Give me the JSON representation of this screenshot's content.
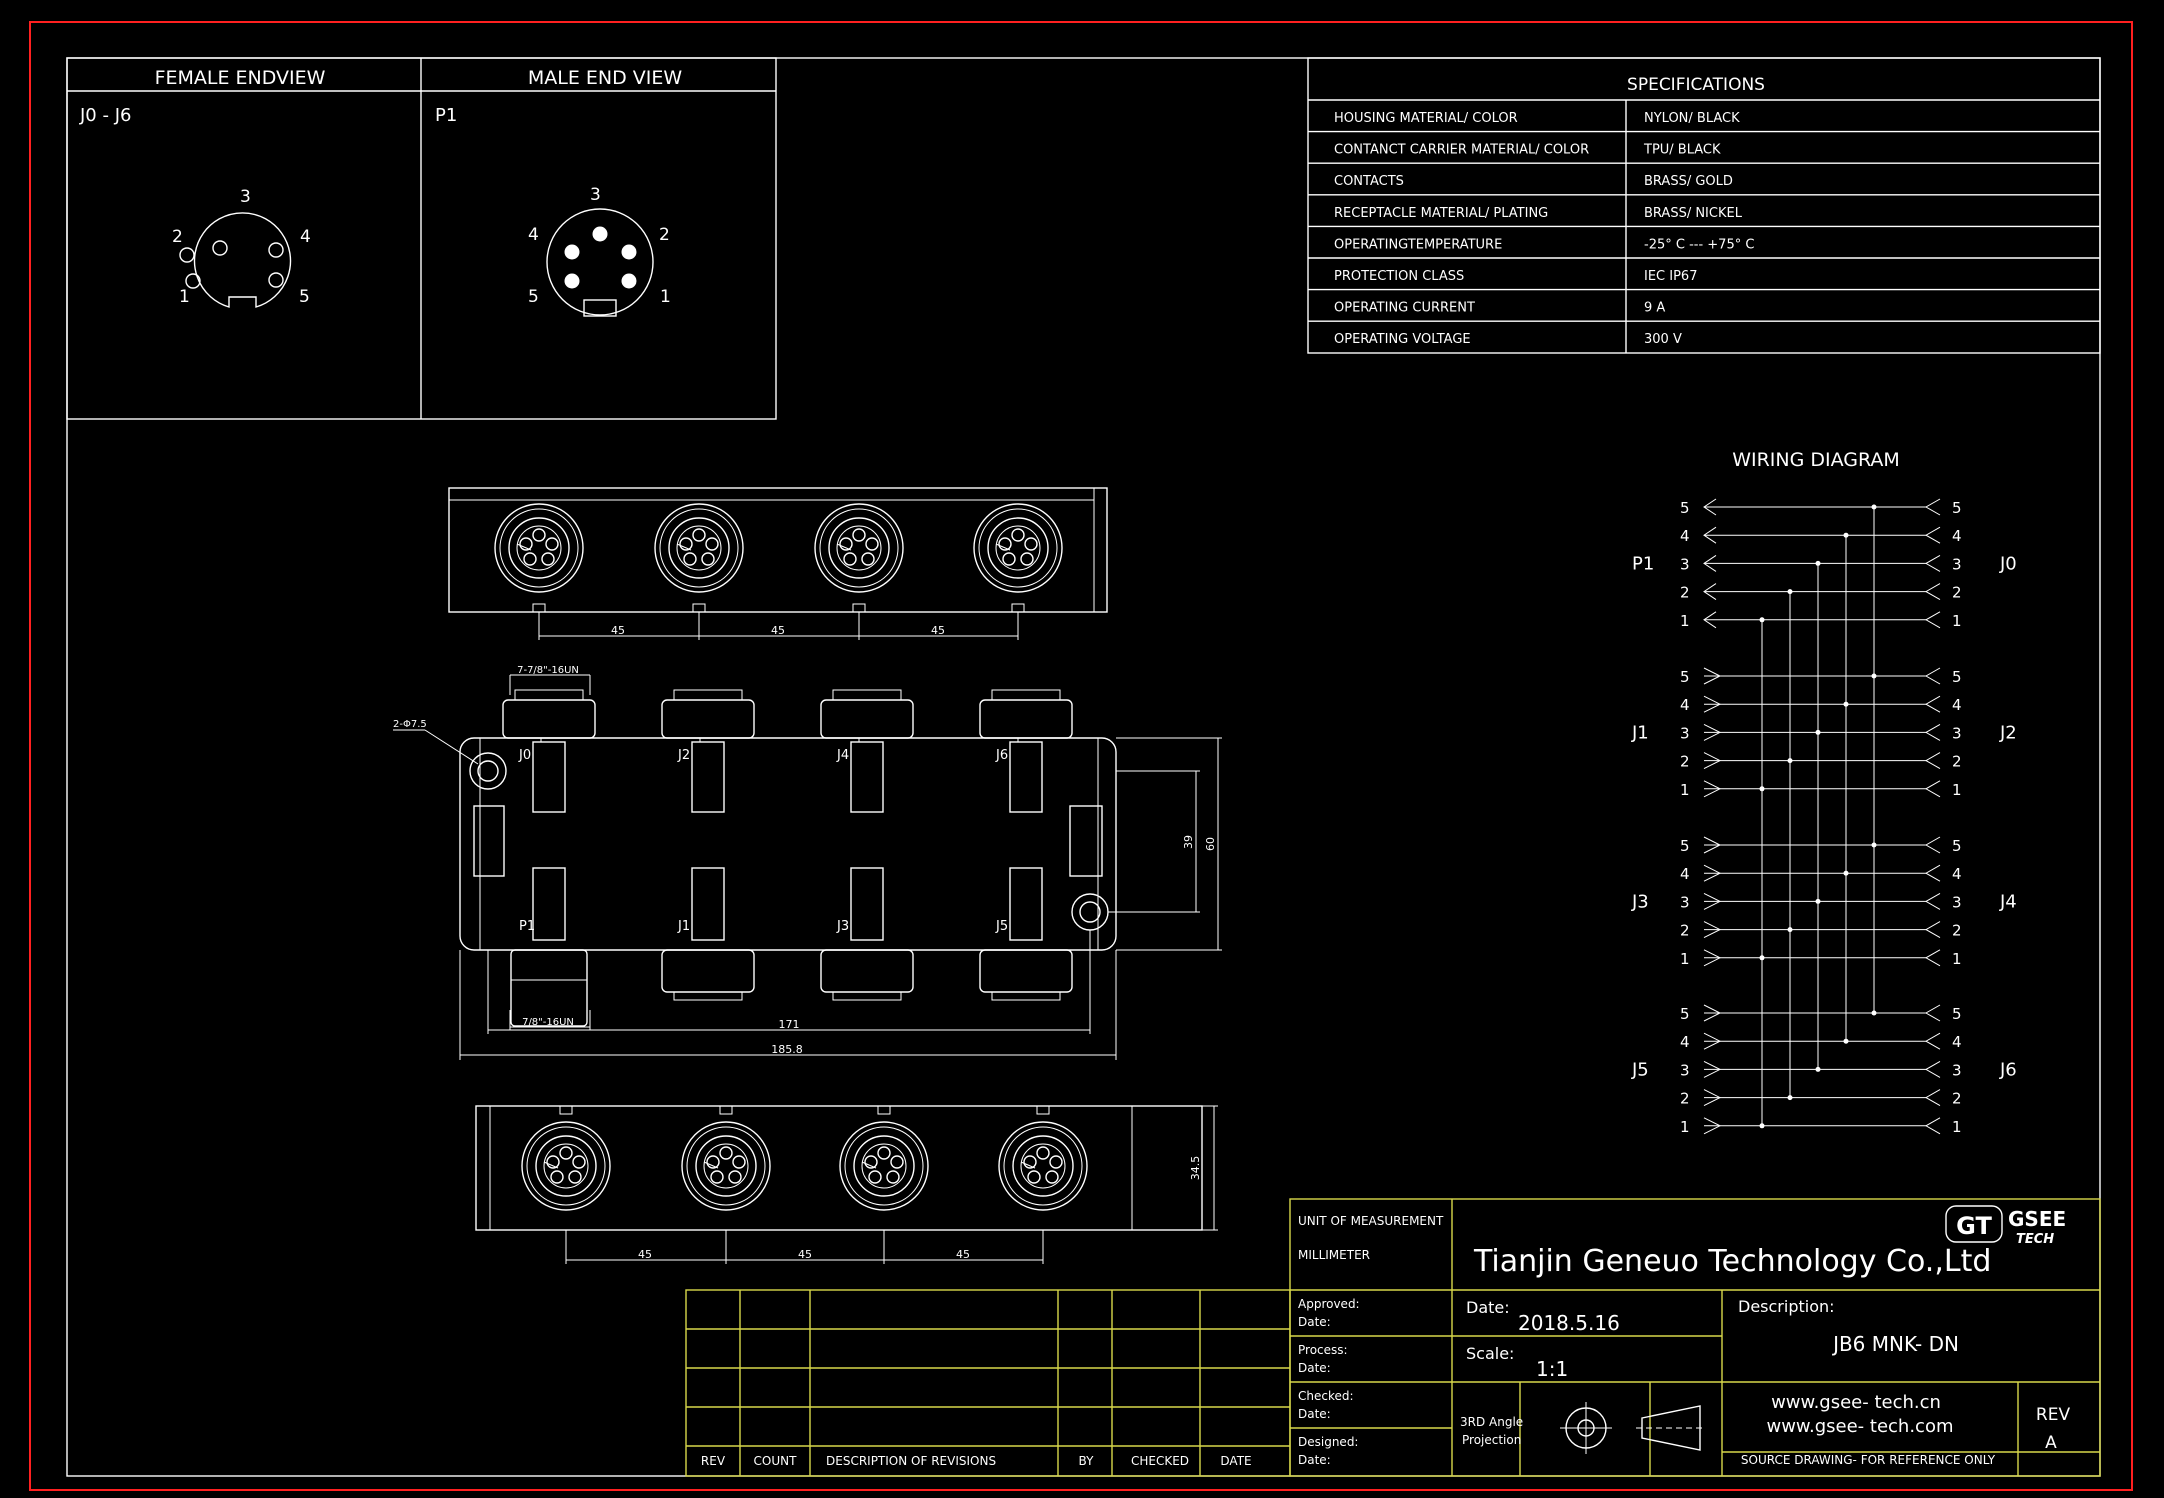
{
  "endviews": {
    "female_title": "FEMALE ENDVIEW",
    "male_title": "MALE END VIEW",
    "female_ref": "J0 - J6",
    "male_ref": "P1",
    "female_pins": [
      "1",
      "2",
      "3",
      "4",
      "5"
    ],
    "male_pins": [
      "1",
      "2",
      "3",
      "4",
      "5"
    ]
  },
  "specifications": {
    "title": "SPECIFICATIONS",
    "rows": [
      {
        "label": "HOUSING MATERIAL/ COLOR",
        "value": "NYLON/ BLACK"
      },
      {
        "label": "CONTANCT CARRIER MATERIAL/ COLOR",
        "value": "TPU/ BLACK"
      },
      {
        "label": "CONTACTS",
        "value": "BRASS/ GOLD"
      },
      {
        "label": "RECEPTACLE MATERIAL/ PLATING",
        "value": "BRASS/ NICKEL"
      },
      {
        "label": "OPERATINGTEMPERATURE",
        "value": "-25° C  ---  +75° C"
      },
      {
        "label": "PROTECTION CLASS",
        "value": "IEC  IP67"
      },
      {
        "label": "OPERATING CURRENT",
        "value": "9 A"
      },
      {
        "label": "OPERATING VOLTAGE",
        "value": "300 V"
      }
    ]
  },
  "wiring": {
    "title": "WIRING   DIAGRAM",
    "left_groups": [
      "P1",
      "J1",
      "J3",
      "J5"
    ],
    "right_groups": [
      "J0",
      "J2",
      "J4",
      "J6"
    ],
    "pins": [
      "5",
      "4",
      "3",
      "2",
      "1"
    ]
  },
  "drawing": {
    "dim_45": "45",
    "dim_171": "171",
    "dim_185_8": "185.8",
    "dim_39": "39",
    "dim_60": "60",
    "dim_34_5": "34.5",
    "thread_female": "7-7/8\"-16UN",
    "thread_male": "7/8\"-16UN",
    "hole": "2-Φ7.5",
    "top_ports": [
      "J0",
      "J2",
      "J4",
      "J6"
    ],
    "bottom_ports": [
      "P1",
      "J1",
      "J3",
      "J5"
    ]
  },
  "title_block": {
    "uom_label": "UNIT OF MEASUREMENT",
    "uom_value": "MILLIMETER",
    "company": "Tianjin Geneuo Technology Co.,Ltd",
    "logo_left": "GT",
    "logo_right_top": "GSEE",
    "logo_right_bottom": "TECH",
    "approved": "Approved:",
    "process": "Process:",
    "checked": "Checked:",
    "designed": "Designed:",
    "date_label": "Date:",
    "date_big_label": "Date:",
    "date_value": "2018.5.16",
    "scale_label": "Scale:",
    "scale_value": "1:1",
    "description_label": "Description:",
    "description_value": "JB6 MNK- DN",
    "projection_line1": "3RD Angle",
    "projection_line2": "Projection",
    "website1": "www.gsee- tech.cn",
    "website2": "www.gsee- tech.com",
    "source_note": "SOURCE DRAWING- FOR REFERENCE ONLY",
    "rev_label": "REV",
    "rev_value": "A"
  },
  "revisions": {
    "headers": [
      "REV",
      "COUNT",
      "DESCRIPTION  OF  REVISIONS",
      "BY",
      "CHECKED",
      "DATE"
    ]
  },
  "colors": {
    "frame": "#ff2020",
    "titleblock": "#d8d84a",
    "ink": "#ffffff"
  }
}
